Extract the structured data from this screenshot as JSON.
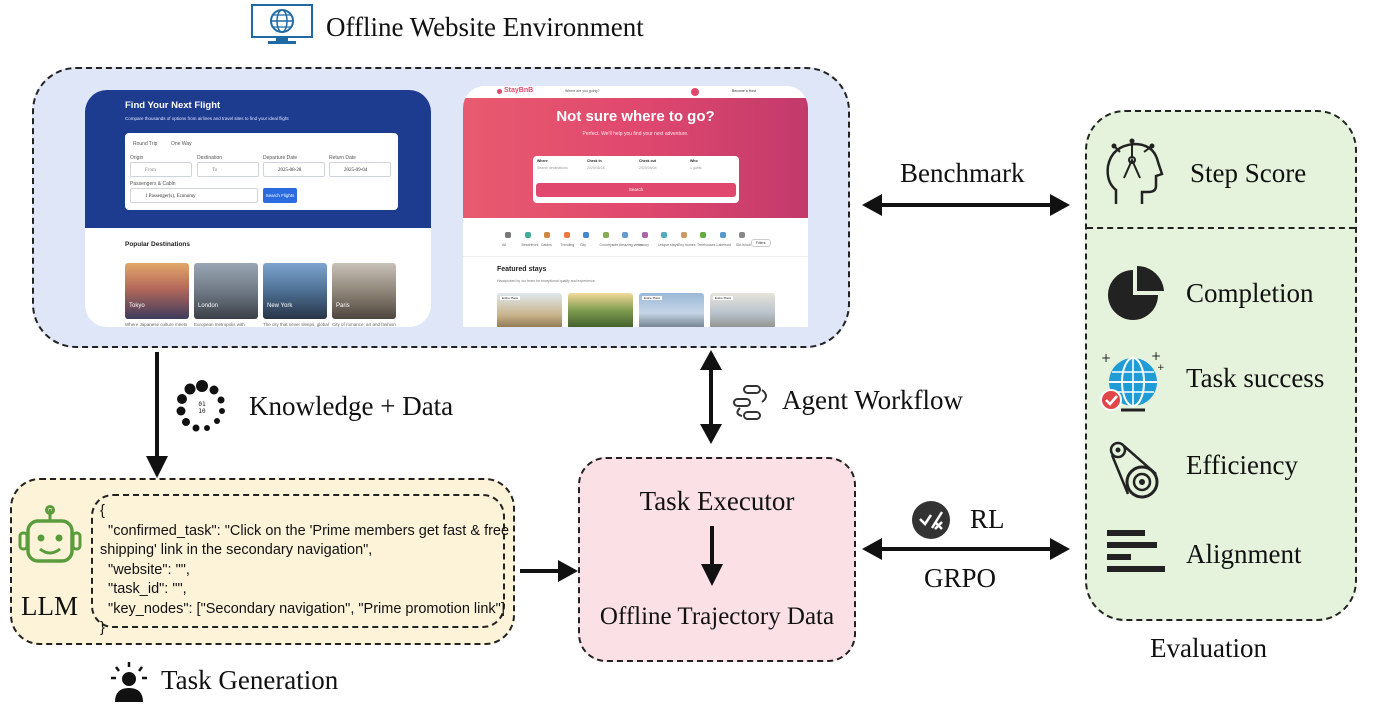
{
  "env": {
    "title": "Offline Website Environment",
    "icon": "monitor-globe-icon",
    "flight_site": {
      "heading": "Find Your Next Flight",
      "subheading": "Compare thousands of options from airlines and travel sites to find your ideal flight",
      "trip_types": [
        "Round Trip",
        "One Way"
      ],
      "labels": [
        "Origin",
        "Destination",
        "Departure Date",
        "Return Date"
      ],
      "placeholders": [
        "From",
        "To"
      ],
      "departure": "2025-08-28",
      "return": "2025-09-04",
      "passenger_label": "Passengers & Cabin",
      "passenger_value": "1 Passenger(s), Economy",
      "search_button": "Search Flights",
      "popular_title": "Popular Destinations",
      "destinations": [
        {
          "city": "Tokyo",
          "caption": "Where Japanese culture meets"
        },
        {
          "city": "London",
          "caption": "European metropolis with"
        },
        {
          "city": "New York",
          "caption": "The city that never sleeps, global"
        },
        {
          "city": "Paris",
          "caption": "City of romance, art and fashion"
        }
      ]
    },
    "stay_site": {
      "brand": "StayBnB",
      "nav_prompt": "Where are you going?",
      "host_link": "Become a Host",
      "hero_title": "Not sure where to go?",
      "hero_sub": "Perfect. We'll help you find your next adventure.",
      "fields": [
        "Where",
        "Check in",
        "Check out",
        "Who"
      ],
      "field_values": [
        "Search destinations",
        "2025/08/28",
        "2025/09/04",
        "1 guest"
      ],
      "search_button": "Search",
      "categories": [
        "All",
        "Beachfront",
        "Cabins",
        "Trending",
        "City",
        "Countryside",
        "Amazing views",
        "Luxury",
        "Unique stays",
        "Tiny homes",
        "Treehouses",
        "Lakefront",
        "Ski-in/out"
      ],
      "filters": "Filters",
      "featured_title": "Featured stays",
      "featured_sub": "Handpicked by our team for exceptional quality and experience",
      "badge": "Entire Place"
    }
  },
  "links": {
    "benchmark": "Benchmark",
    "knowledge": "Knowledge + Data",
    "agent_workflow": "Agent Workflow",
    "rl": "RL",
    "grpo": "GRPO"
  },
  "task_generation": {
    "title": "Task Generation",
    "llm": "LLM",
    "json_lines": [
      "{",
      "  \"confirmed_task\": \"Click on the 'Prime members get fast & free",
      "shipping' link in the secondary navigation\",",
      "  \"website\": \"\",",
      "  \"task_id\": \"\",",
      "  \"key_nodes\": [\"Secondary navigation\", \"Prime promotion link\"]",
      "}"
    ]
  },
  "executor": {
    "title": "Task Executor",
    "output": "Offline Trajectory Data"
  },
  "evaluation": {
    "title": "Evaluation",
    "step_score": "Step Score",
    "metrics": [
      "Completion",
      "Task success",
      "Efficiency",
      "Alignment"
    ]
  },
  "colors": {
    "env_bg": "#dfe6f7",
    "flight_blue": "#1e3c8f",
    "stay_pink": "#e0486e",
    "task_bg": "#fdf3d9",
    "executor_bg": "#fbe1e6",
    "eval_bg": "#e6f3dc",
    "robot_green": "#5a9b3c"
  }
}
